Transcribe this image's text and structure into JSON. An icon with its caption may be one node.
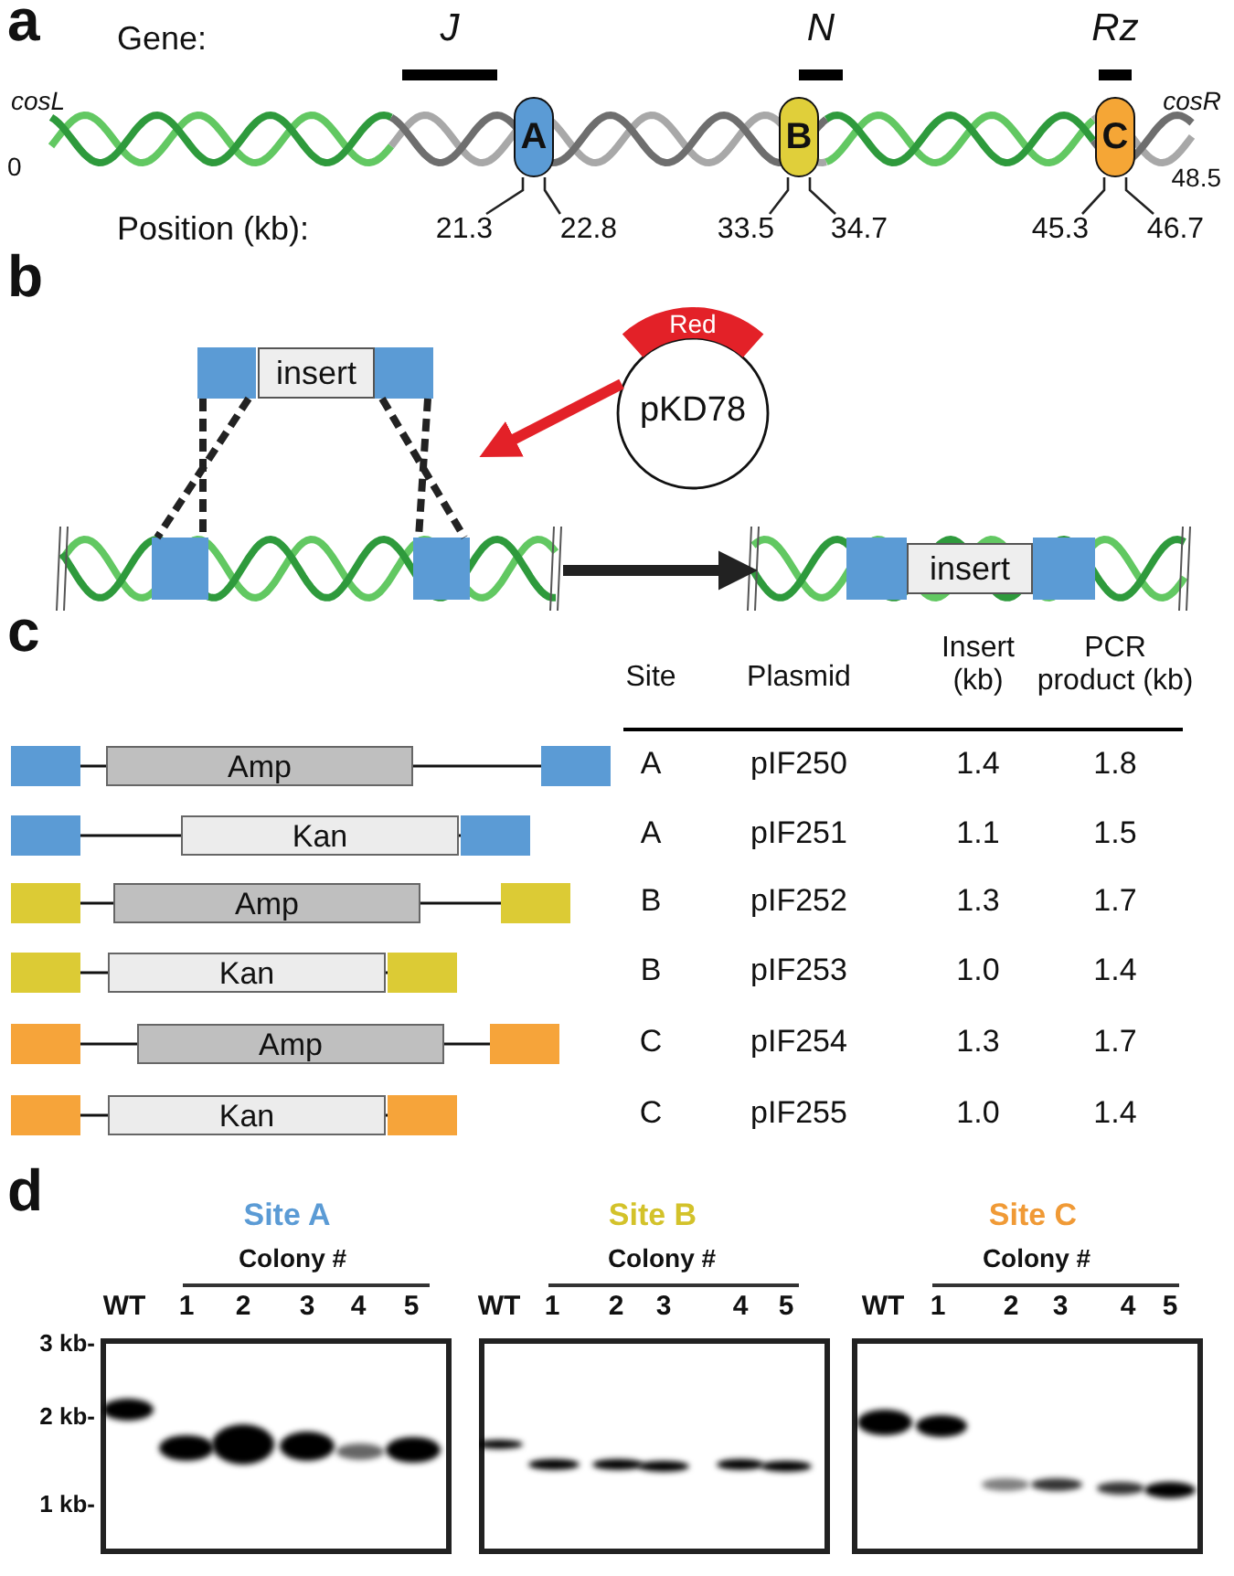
{
  "diagram": {
    "nodes": [
      {
        "text": [
          "A"
        ]
      },
      {
        "text": [
          "B"
        ]
      },
      {
        "text": [
          "C"
        ]
      },
      {
        "text": [
          "21.3"
        ]
      },
      {
        "text": [
          "22.8"
        ]
      },
      {
        "text": [
          "33.5"
        ]
      },
      {
        "text": [
          "34.7"
        ]
      },
      {
        "text": [
          "45.3"
        ]
      },
      {
        "text": [
          "46.7"
        ]
      },
      {
        "text": [],
        "shape": "box"
      },
      {
        "text": [
          "insert"
        ]
      },
      {
        "text": [],
        "shape": "box"
      },
      {
        "text": [
          "Red",
          "pKD78"
        ]
      },
      {
        "text": [],
        "shape": "picture"
      },
      {
        "text": [],
        "shape": "box",
        "in": 13
      },
      {
        "text": [],
        "shape": "box",
        "in": 13
      },
      {
        "text": [],
        "shape": "picture"
      },
      {
        "text": [],
        "shape": "box",
        "in": 16
      },
      {
        "text": [
          "insert"
        ],
        "in": 16
      },
      {
        "text": [],
        "shape": "box",
        "in": 16
      },
      {
        "text": [
          "Amp"
        ]
      },
      {
        "text": [
          "Kan"
        ]
      },
      {
        "text": [
          "Amp"
        ]
      },
      {
        "text": [
          "Kan"
        ]
      },
      {
        "text": [
          "Amp"
        ]
      },
      {
        "text": [
          "Kan"
        ]
      }
    ],
    "edges": [
      {
        "from": 3,
        "to": 0,
        "arrow": "none"
      },
      {
        "from": 4,
        "to": 0,
        "arrow": "none"
      },
      {
        "from": 5,
        "to": 1,
        "arrow": "none"
      },
      {
        "from": 6,
        "to": 1,
        "arrow": "none"
      },
      {
        "from": 7,
        "to": 2,
        "arrow": "none"
      },
      {
        "from": 8,
        "to": 2,
        "arrow": "none"
      },
      {
        "from": 9,
        "to": 14,
        "arrow": "none",
        "style": "dashed"
      },
      {
        "from": 9,
        "to": 14,
        "arrow": "none",
        "style": "dashed"
      },
      {
        "from": 11,
        "to": 15,
        "arrow": "none",
        "style": "dashed"
      },
      {
        "from": 11,
        "to": 15,
        "arrow": "none",
        "style": "dashed"
      },
      {
        "from": 12,
        "to": null,
        "arrow": "to",
        "style": "thick",
        "color": "#e32128"
      },
      {
        "from": 13,
        "to": 16,
        "arrow": "to",
        "style": "thick"
      }
    ],
    "labels": [
      "a",
      "Gene:",
      "J",
      "N",
      "Rz",
      "cosL",
      "cosR",
      "0",
      "48.5",
      "Position (kb):",
      "b",
      "c",
      "Site",
      "Plasmid",
      "Insert (kb)",
      "PCR product (kb)",
      "A",
      "pIF250",
      "1.4",
      "1.8",
      "A",
      "pIF251",
      "1.1",
      "1.5",
      "B",
      "pIF252",
      "1.3",
      "1.7",
      "B",
      "pIF253",
      "1.0",
      "1.4",
      "C",
      "pIF254",
      "1.3",
      "1.7",
      "C",
      "pIF255",
      "1.0",
      "1.4",
      "d",
      "Site A",
      "Colony #",
      "WT",
      "1",
      "2",
      "3",
      "4",
      "5",
      "Site B",
      "Colony #",
      "WT",
      "1",
      "2",
      "3",
      "4",
      "5",
      "Site C",
      "Colony #",
      "WT",
      "1",
      "2",
      "3",
      "4",
      "5",
      "3 kb-",
      "2 kb-",
      "1 kb-"
    ]
  }
}
